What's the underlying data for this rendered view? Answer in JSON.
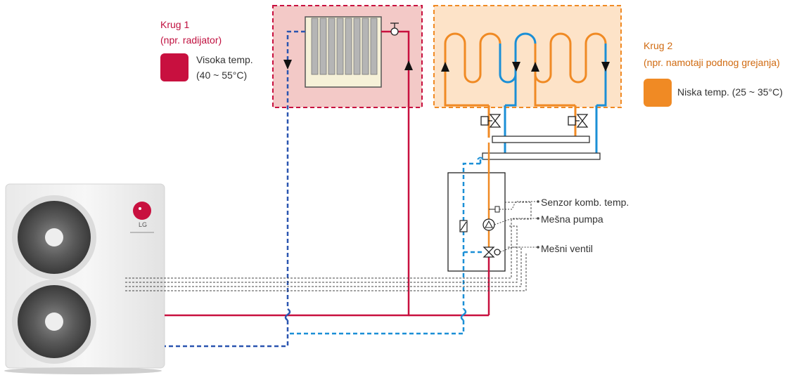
{
  "circuit1": {
    "title": "Krug 1",
    "subtitle": "(npr. radijator)",
    "temp_line1": "Visoka temp.",
    "temp_line2": "(40 ~ 55°C)",
    "color": "#c8103f"
  },
  "circuit2": {
    "title": "Krug 2",
    "subtitle": "(npr. namotaji podnog grejanja)",
    "temp_label": "Niska temp. (25 ~ 35°C)",
    "color": "#f08a24"
  },
  "mixing_kit": {
    "sensor_label": "Senzor komb. temp.",
    "pump_label": "Mešna pumpa",
    "valve_label": "Mešni ventil"
  },
  "outdoor_unit": {
    "brand": "LG"
  },
  "colors": {
    "hot_line": "#c8103f",
    "cold_line": "#1b8fd6",
    "return_dashed": "#2a55b0",
    "floor_hot": "#f08a24",
    "zone1_fill": "#f3c9c7",
    "zone2_fill": "#fde3c8"
  }
}
